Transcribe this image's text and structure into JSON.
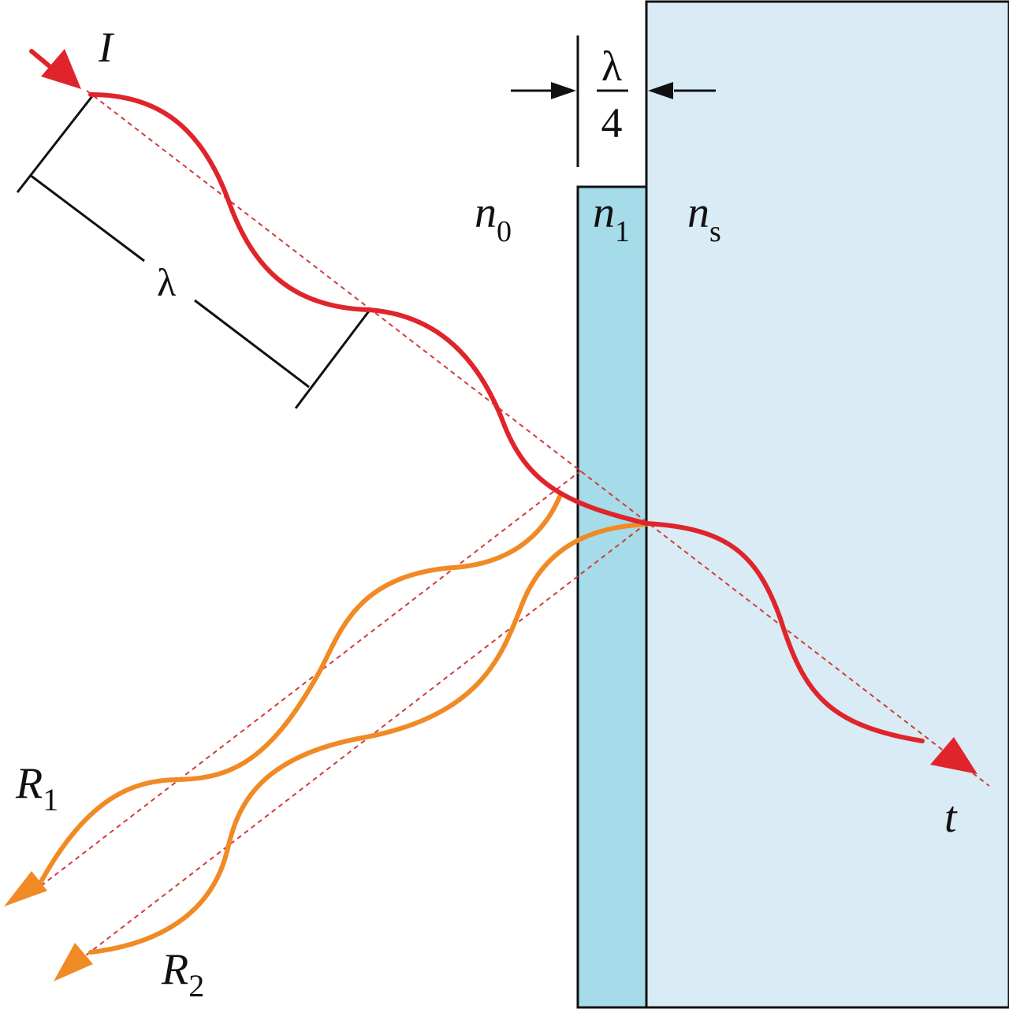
{
  "labels": {
    "incident": "I",
    "wavelength": "λ",
    "quarter_numerator": "λ",
    "quarter_denominator": "4",
    "n0_base": "n",
    "n0_sub": "0",
    "n1_base": "n",
    "n1_sub": "1",
    "ns_base": "n",
    "ns_sub": "s",
    "r1_base": "R",
    "r1_sub": "1",
    "r2_base": "R",
    "r2_sub": "2",
    "transmitted": "t"
  },
  "colors": {
    "incident_ray": "#e0242c",
    "reflected_ray": "#f08a24",
    "coating": "#a6dbe9",
    "substrate": "#d9ebf4",
    "outline": "#111111"
  }
}
